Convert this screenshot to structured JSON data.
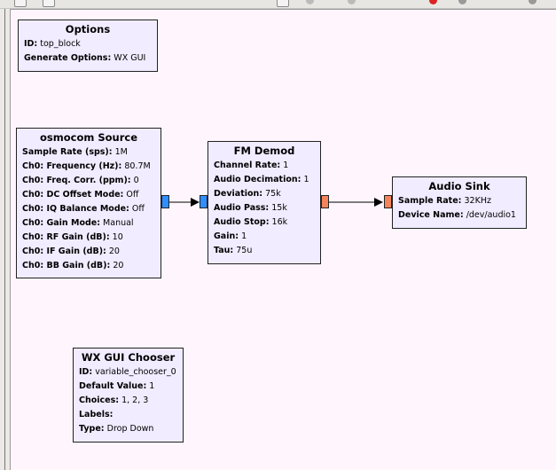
{
  "colors": {
    "canvas": "#fff5fd",
    "block": "#f1ecff",
    "complex_port": "#2f8fff",
    "float_port": "#f4845a"
  },
  "blocks": {
    "options": {
      "title": "Options",
      "params": [
        {
          "k": "ID:",
          "v": "top_block"
        },
        {
          "k": "Generate Options:",
          "v": "WX GUI"
        }
      ]
    },
    "osmocom": {
      "title": "osmocom Source",
      "params": [
        {
          "k": "Sample Rate (sps):",
          "v": "1M"
        },
        {
          "k": "Ch0: Frequency (Hz):",
          "v": "80.7M"
        },
        {
          "k": "Ch0: Freq. Corr. (ppm):",
          "v": "0"
        },
        {
          "k": "Ch0: DC Offset Mode:",
          "v": "Off"
        },
        {
          "k": "Ch0: IQ Balance Mode:",
          "v": "Off"
        },
        {
          "k": "Ch0: Gain Mode:",
          "v": "Manual"
        },
        {
          "k": "Ch0: RF Gain (dB):",
          "v": "10"
        },
        {
          "k": "Ch0: IF Gain (dB):",
          "v": "20"
        },
        {
          "k": "Ch0: BB Gain (dB):",
          "v": "20"
        }
      ]
    },
    "fm_demod": {
      "title": "FM Demod",
      "params": [
        {
          "k": "Channel Rate:",
          "v": "1"
        },
        {
          "k": "Audio Decimation:",
          "v": "1"
        },
        {
          "k": "Deviation:",
          "v": "75k"
        },
        {
          "k": "Audio Pass:",
          "v": "15k"
        },
        {
          "k": "Audio Stop:",
          "v": "16k"
        },
        {
          "k": "Gain:",
          "v": "1"
        },
        {
          "k": "Tau:",
          "v": "75u"
        }
      ]
    },
    "audio_sink": {
      "title": "Audio Sink",
      "params": [
        {
          "k": "Sample Rate:",
          "v": "32KHz"
        },
        {
          "k": "Device Name:",
          "v": "/dev/audio1"
        }
      ]
    },
    "chooser": {
      "title": "WX GUI Chooser",
      "params": [
        {
          "k": "ID:",
          "v": "variable_chooser_0"
        },
        {
          "k": "Default Value:",
          "v": "1"
        },
        {
          "k": "Choices:",
          "v": "1, 2, 3"
        },
        {
          "k": "Labels:",
          "v": ""
        },
        {
          "k": "Type:",
          "v": "Drop Down"
        }
      ]
    }
  }
}
